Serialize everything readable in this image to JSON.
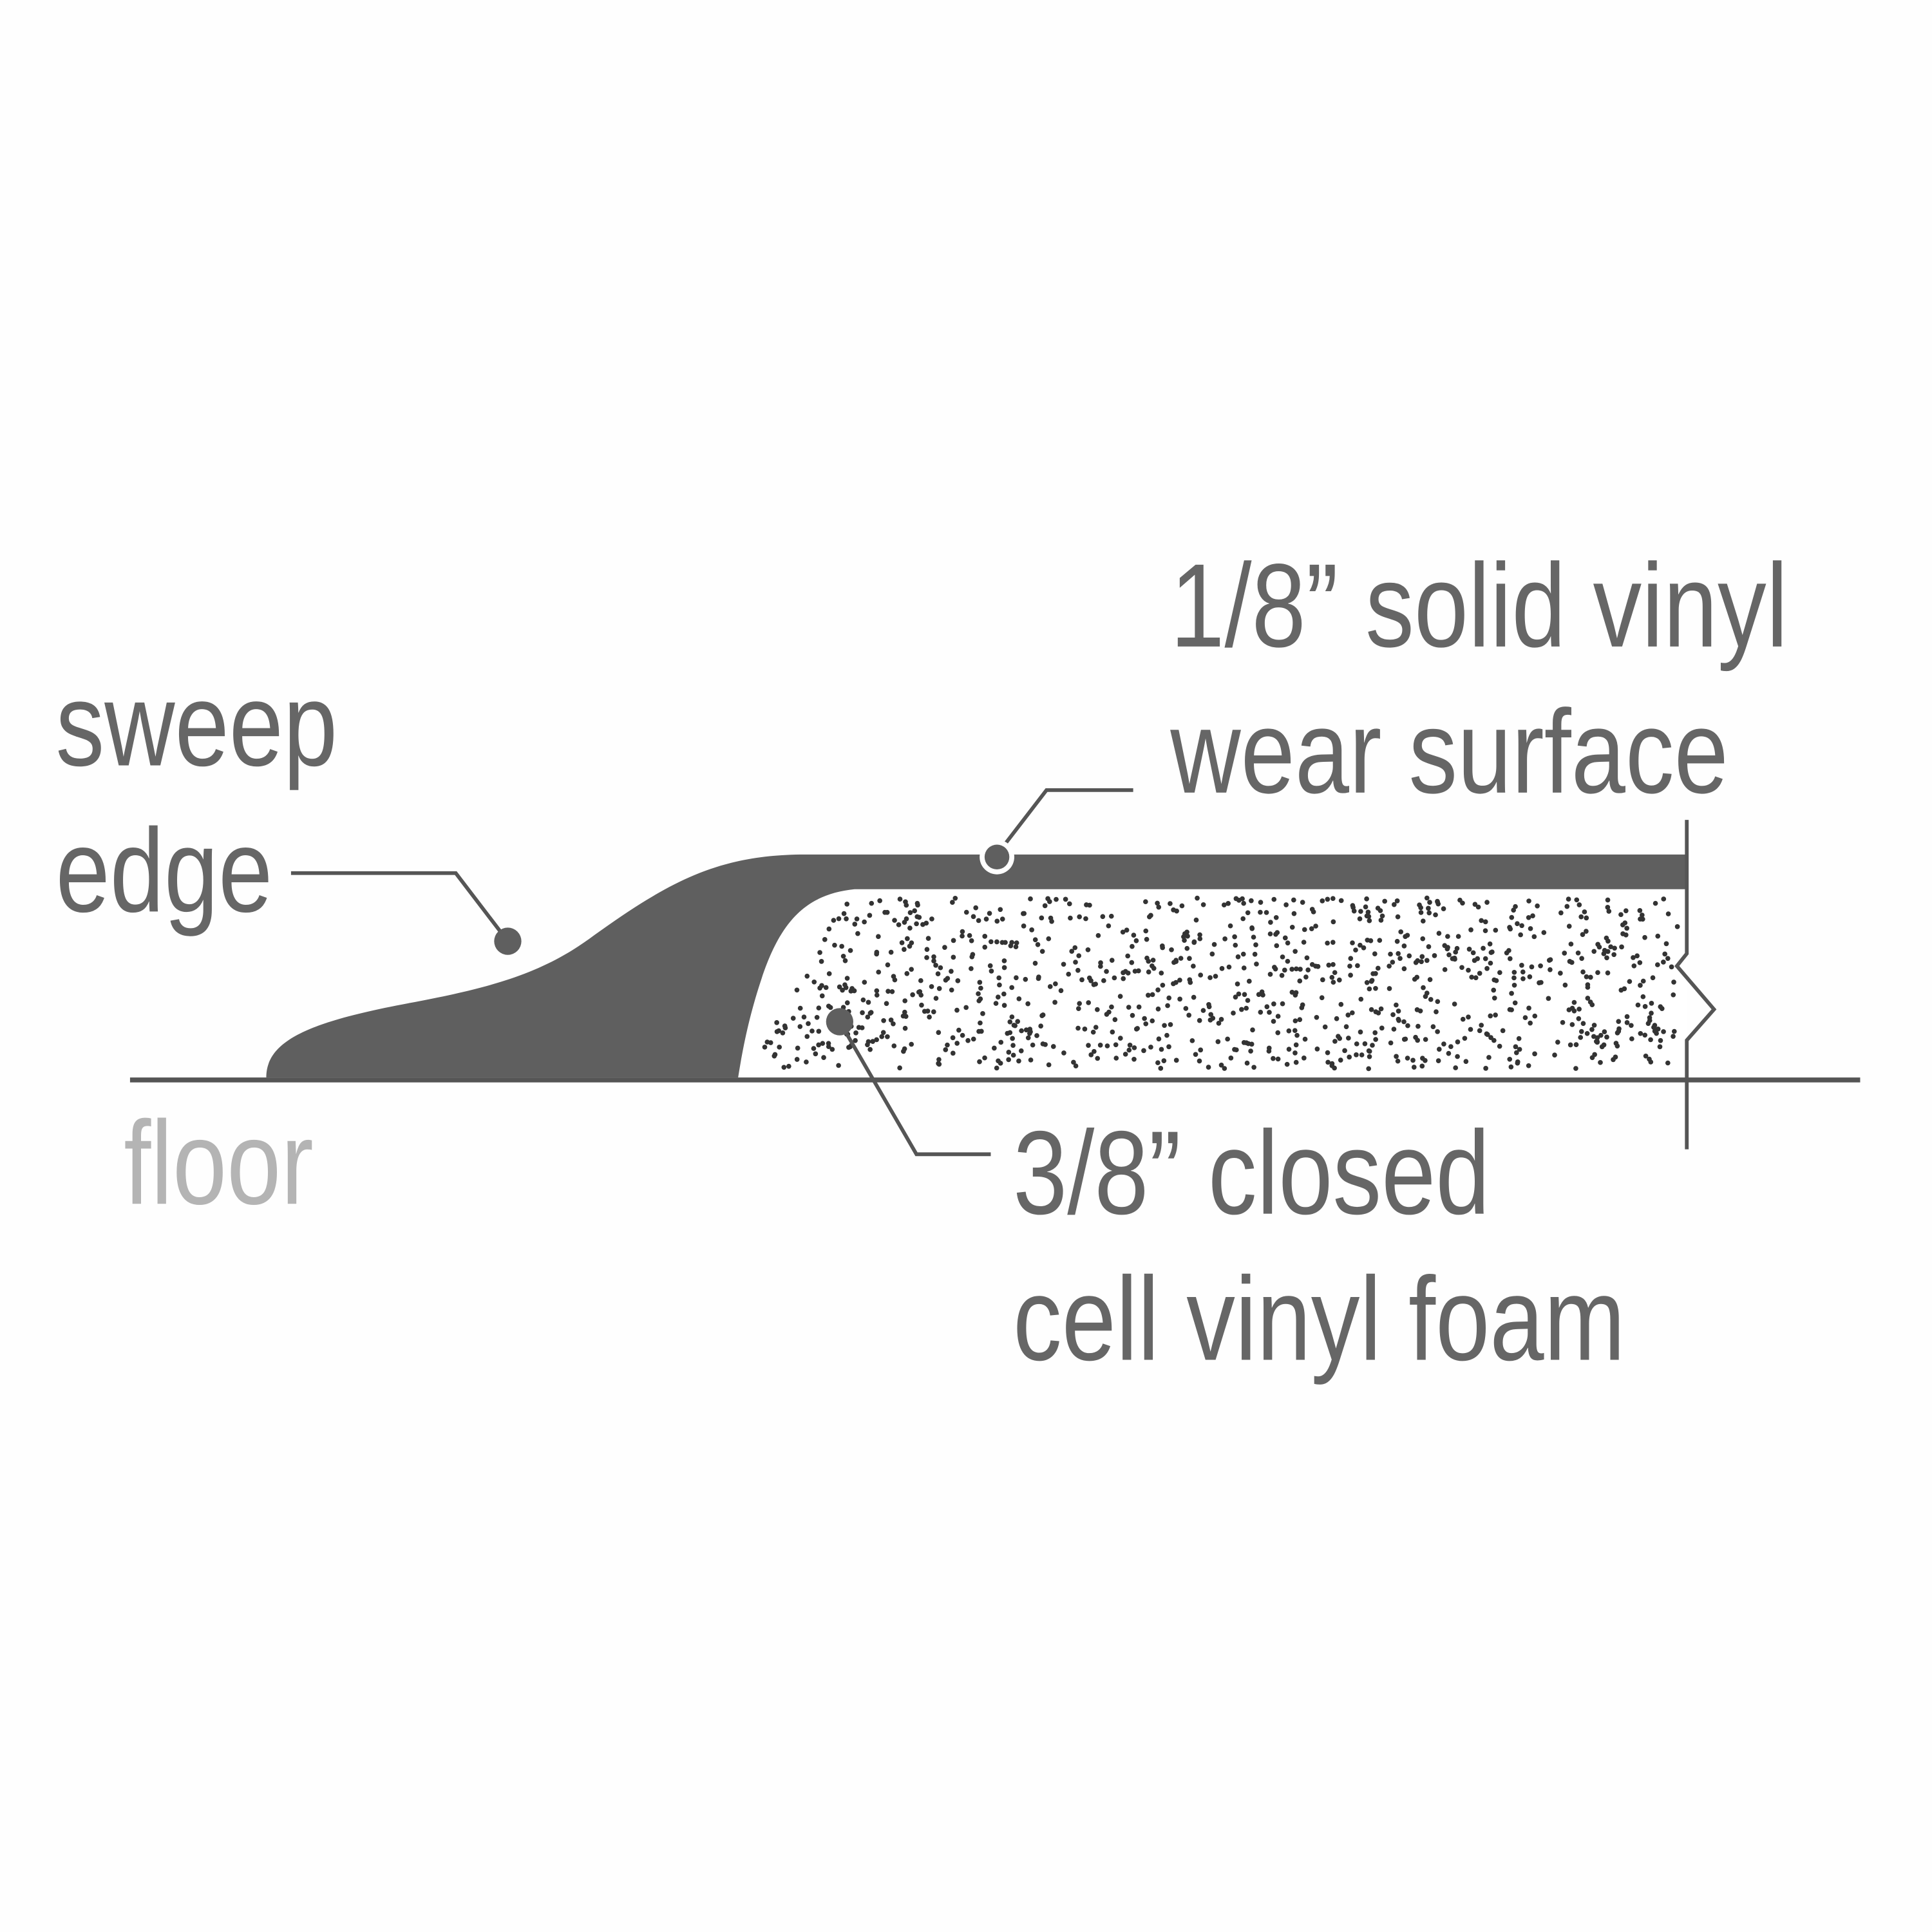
{
  "labels": {
    "sweep_edge": [
      "sweep",
      "edge"
    ],
    "wear_surface": [
      "1/8” solid vinyl",
      "wear surface"
    ],
    "foam": [
      "3/8” closed",
      "cell vinyl foam"
    ],
    "floor": "floor"
  },
  "colors": {
    "vinyl": "#5f5f5f",
    "line": "#555555",
    "text": "#666666",
    "floor_text": "#b4b4b4",
    "foam_dots": "#333333"
  }
}
